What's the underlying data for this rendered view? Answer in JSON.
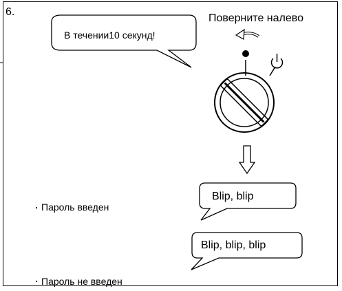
{
  "step_number": "6.",
  "instruction": "Поверните налево",
  "callouts": {
    "timer": "В течении10 секунд!",
    "beep_success": "Blip, blip",
    "beep_failure": "Blip, blip, blip"
  },
  "status": {
    "success": "Пароль введен",
    "failure": "Пароль не введен"
  },
  "icons": [
    "rotate-left-arrow-icon",
    "dot-position-icon",
    "power-icon",
    "key-switch-icon",
    "down-arrow-icon"
  ]
}
